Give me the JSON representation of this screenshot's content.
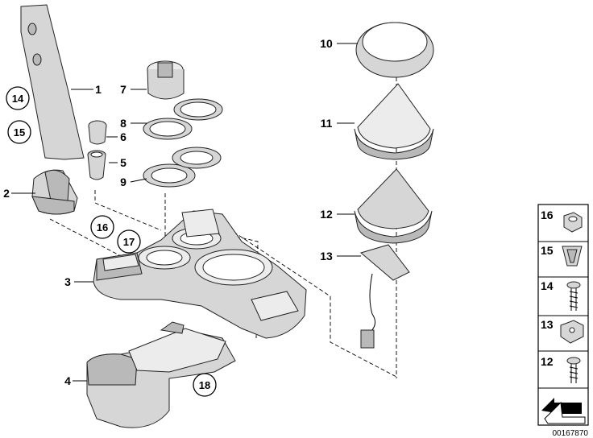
{
  "callouts": [
    {
      "label": "1"
    },
    {
      "label": "2"
    },
    {
      "label": "3"
    },
    {
      "label": "4"
    },
    {
      "label": "5"
    },
    {
      "label": "6"
    },
    {
      "label": "7"
    },
    {
      "label": "8"
    },
    {
      "label": "9"
    },
    {
      "label": "10"
    },
    {
      "label": "11"
    },
    {
      "label": "12"
    },
    {
      "label": "13"
    }
  ],
  "circled_callouts": [
    {
      "label": "14"
    },
    {
      "label": "15"
    },
    {
      "label": "16"
    },
    {
      "label": "17"
    },
    {
      "label": "18"
    }
  ],
  "kit_panel": {
    "items": [
      {
        "label": "16"
      },
      {
        "label": "15"
      },
      {
        "label": "14"
      },
      {
        "label": "13"
      },
      {
        "label": "12"
      }
    ]
  },
  "reference_number": "00167870"
}
